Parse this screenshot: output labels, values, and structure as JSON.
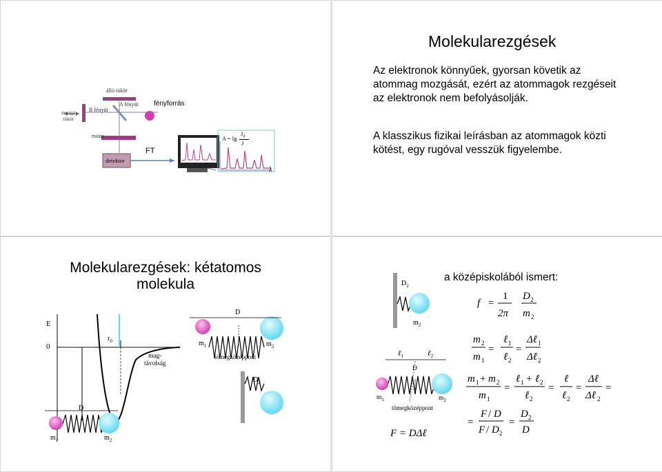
{
  "slide1": {
    "labels": {
      "mozgo_tukor": "mozgó\ntükör",
      "allo_tukor": "álló tükör",
      "b_fenyut": "B fényút",
      "a_fenyut": "A fényút",
      "fenyforras": "fényforrás",
      "minta": "minta",
      "detektor": "detektor",
      "ft": "FT",
      "a_eq": "A = lg",
      "j0": "J",
      "j0_sub": "0",
      "j": "J",
      "lambda": "λ"
    }
  },
  "slide2": {
    "title": "Molekularezgések",
    "para1": "Az elektronok könnyűek, gyorsan követik az atommag mozgását, ezért az atommagok rezgéseit az elektronok nem befolyásolják.",
    "para2": "A klasszikus fizikai leírásban az atommagok közti kötést, egy rugóval vesszük figyelembe."
  },
  "slide3": {
    "title_line1": "Molekularezgések: kétatomos",
    "title_line2": "molekula",
    "labels": {
      "E": "E",
      "zero": "0",
      "r0": "r",
      "r0_sub": "0",
      "mag": "mag-",
      "tavolsag": "távolság",
      "D_curve": "D",
      "D_spring": "D",
      "m1": "m",
      "m1_sub": "1",
      "m2": "m",
      "m2_sub": "2",
      "tomeg": "tömegközéppont",
      "D2": "D",
      "D2_sub": "2",
      "bm1": "m",
      "bm1_sub": "1",
      "bm2": "m",
      "bm2_sub": "2"
    }
  },
  "slide4": {
    "heading": "a középiskolából ismert:",
    "labels": {
      "D2": "D",
      "D2_sub": "2",
      "m2": "m",
      "m2_sub": "2",
      "l1": "ℓ",
      "l1_sub": "1",
      "l2": "ℓ",
      "l2_sub": "2",
      "D": "D",
      "m1": "m",
      "m1_sub": "1",
      "mb2": "m",
      "mb2_sub": "2",
      "tomeg": "tömegközéppont",
      "hooke": "F = DΔℓ"
    }
  }
}
